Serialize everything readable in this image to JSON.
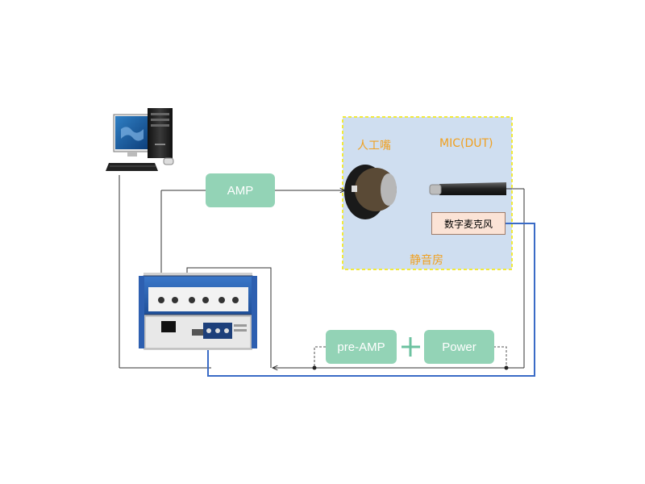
{
  "diagram": {
    "amp_label": "AMP",
    "preamp_label": "pre-AMP",
    "power_label": "Power",
    "mouth_label": "人工嘴",
    "mic_label": "MIC(DUT)",
    "digital_mic_label": "数字麦克风",
    "room_label": "静音房"
  },
  "icons": [
    "computer-icon",
    "audio-analyzer-icon",
    "artificial-mouth-icon",
    "microphone-icon",
    "plus-icon"
  ],
  "colors": {
    "box_fill": "#93d3b6",
    "room_fill": "#cfdef0",
    "room_border": "#f2ea3a",
    "label_orange": "#f0a020",
    "digital_line": "#3a6bc6",
    "wire": "#333333"
  }
}
